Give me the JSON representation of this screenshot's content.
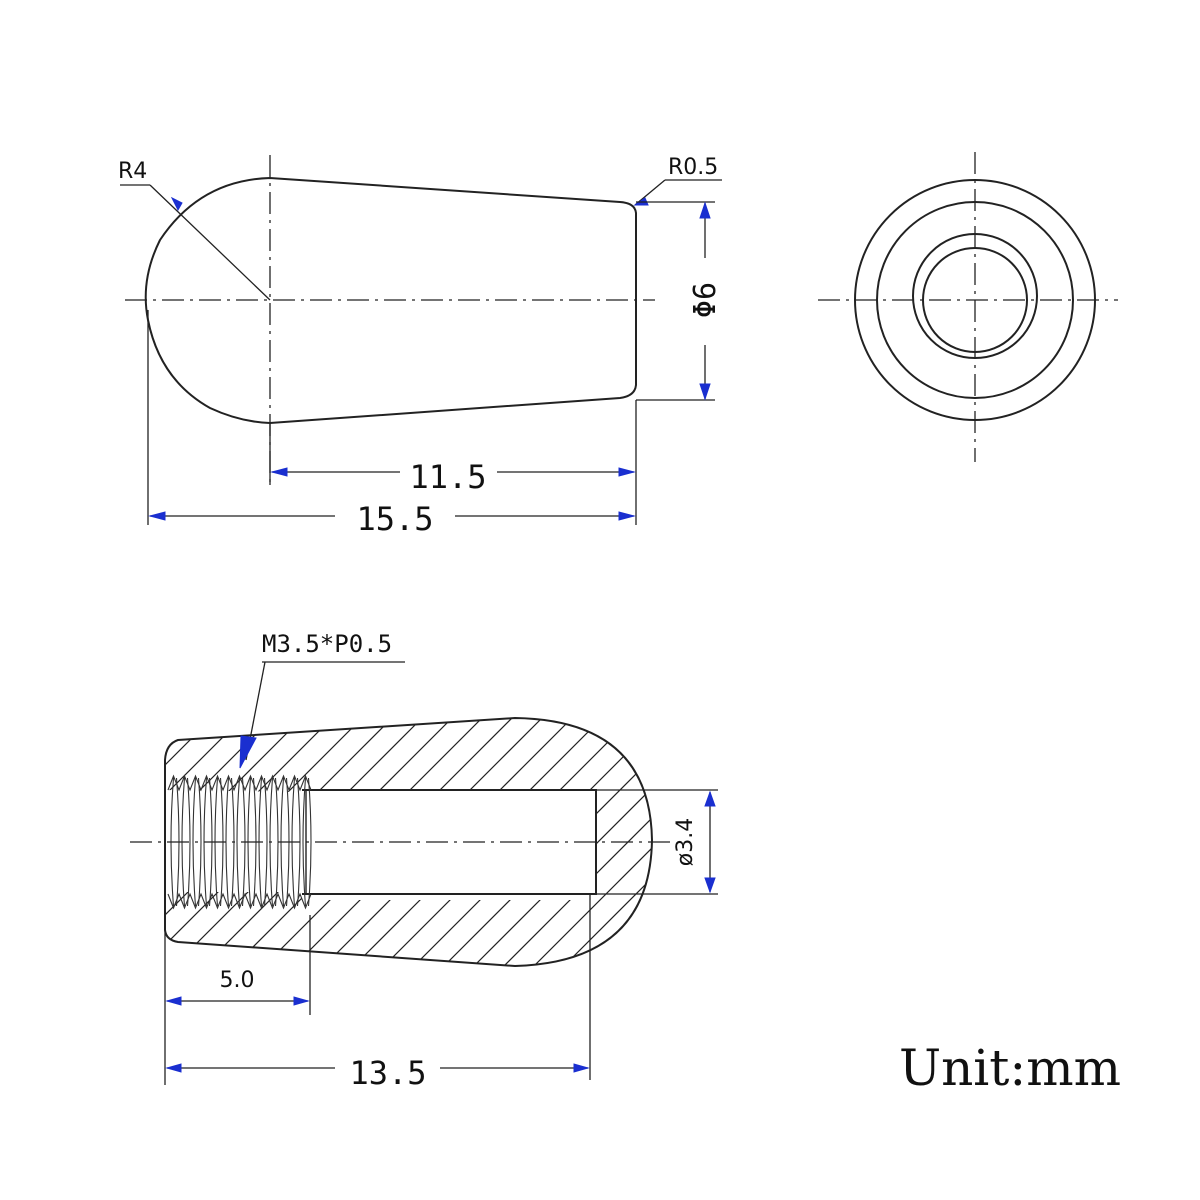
{
  "side_view": {
    "radius_tip_label": "R4",
    "radius_edge_label": "R0.5",
    "diameter_label": "Φ6",
    "length_body_label": "11.5",
    "length_total_label": "15.5"
  },
  "section_view": {
    "thread_label": "M3.5*P0.5",
    "thread_depth_label": "5.0",
    "bore_length_label": "13.5",
    "bore_diameter_label": "ø3.4"
  },
  "unit_label": "Unit:mm",
  "colors": {
    "line": "#222222",
    "arrow": "#1a2fd0",
    "background": "#ffffff"
  }
}
